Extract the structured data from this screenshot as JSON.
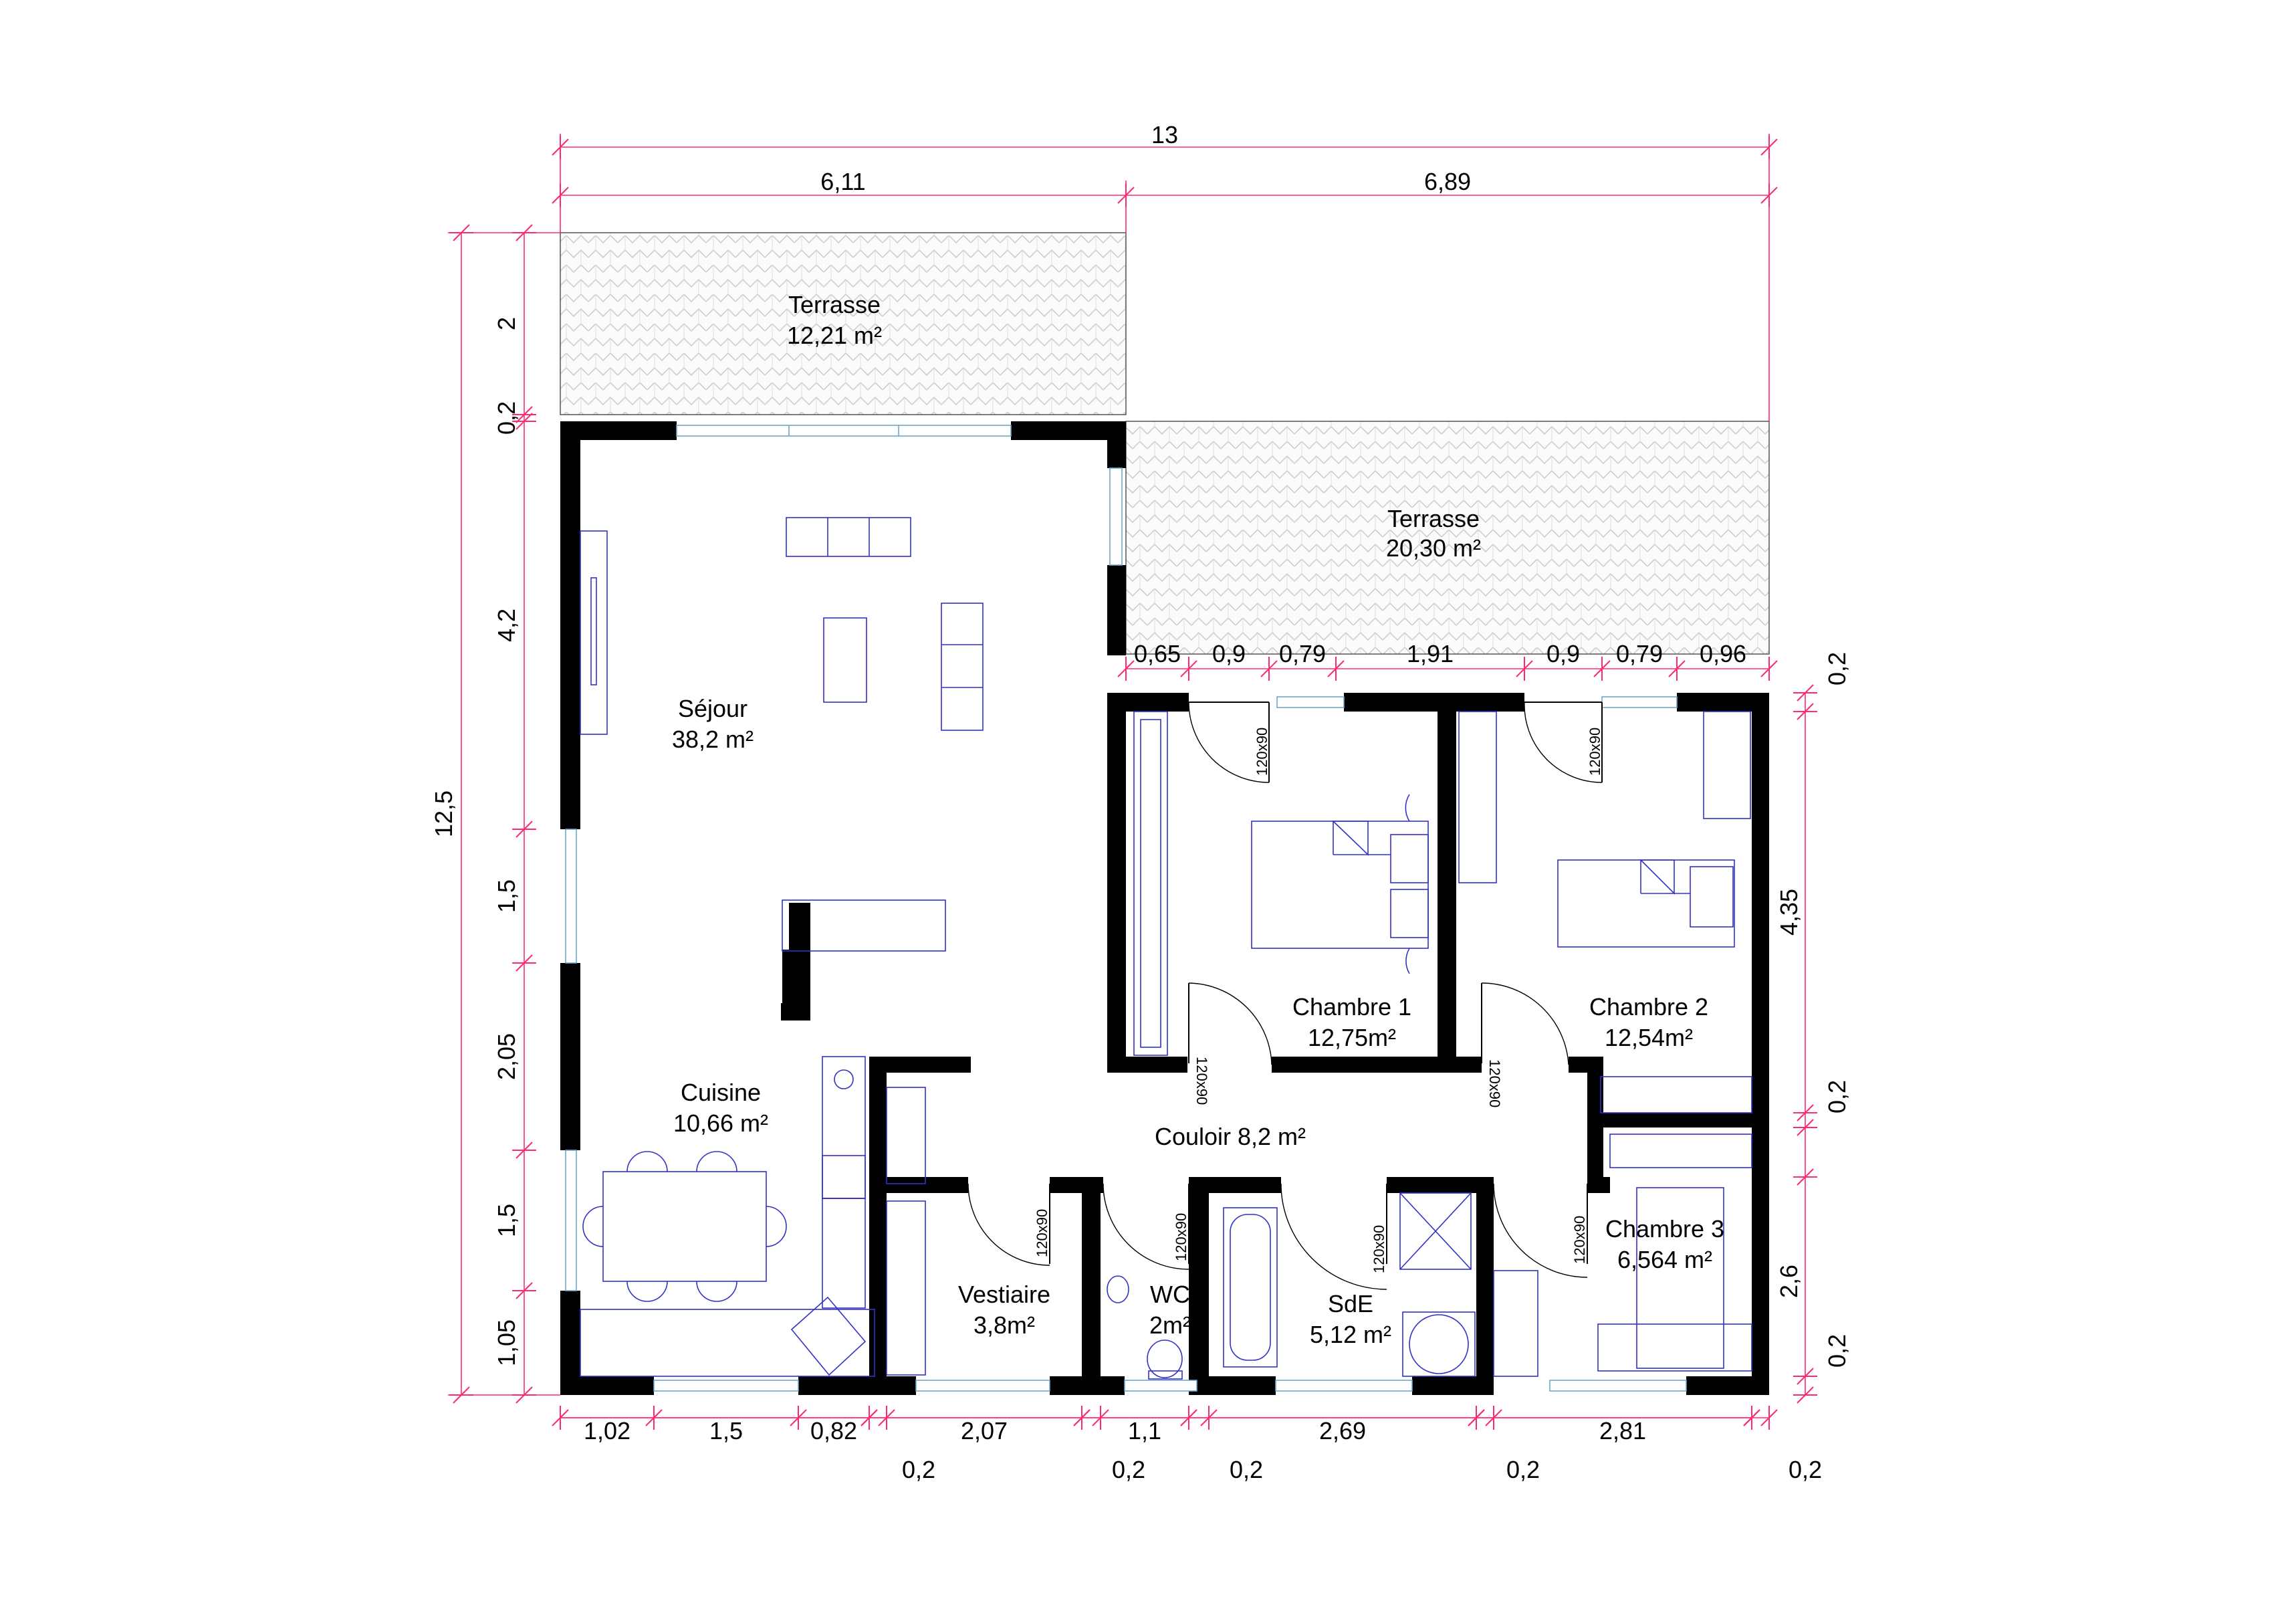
{
  "overall": {
    "width": "13",
    "height": "12,5"
  },
  "top_dims": [
    "6,11",
    "6,89"
  ],
  "terrace_dims": [
    "0,65",
    "0,9",
    "0,79",
    "1,91",
    "0,9",
    "0,79",
    "0,96"
  ],
  "left_dims": [
    "2",
    "0,2",
    "4,2",
    "1,5",
    "2,05",
    "1,5",
    "1,05"
  ],
  "right_dims": [
    "0,2",
    "4,35",
    "0,2",
    "2,6",
    "0,2"
  ],
  "bottom_dims": [
    "1,02",
    "1,5",
    "0,82",
    "2,07",
    "1,1",
    "2,69",
    "2,81"
  ],
  "bottom_small": [
    "0,2",
    "0,2",
    "0,2",
    "0,2",
    "0,2"
  ],
  "rooms": {
    "terrasse1": {
      "name": "Terrasse",
      "area": "12,21 m²"
    },
    "terrasse2": {
      "name": "Terrasse",
      "area": "20,30 m²"
    },
    "sejour": {
      "name": "Séjour",
      "area": "38,2 m²"
    },
    "cuisine": {
      "name": "Cuisine",
      "area": "10,66 m²"
    },
    "chambre1": {
      "name": "Chambre 1",
      "area": "12,75m²"
    },
    "chambre2": {
      "name": "Chambre 2",
      "area": "12,54m²"
    },
    "chambre3": {
      "name": "Chambre 3",
      "area": "6,564 m²"
    },
    "couloir": {
      "name": "Couloir 8,2 m²"
    },
    "vestiaire": {
      "name": "Vestiaire",
      "area": "3,8m²"
    },
    "wc": {
      "name": "WC",
      "area": "2m²"
    },
    "sde": {
      "name": "SdE",
      "area": "5,12 m²"
    }
  },
  "door_label": "120x90",
  "colors": {
    "dimension": "#ff2a6d",
    "furniture": "#3232c8",
    "wall": "#000000",
    "window": "#6fa8c8"
  }
}
